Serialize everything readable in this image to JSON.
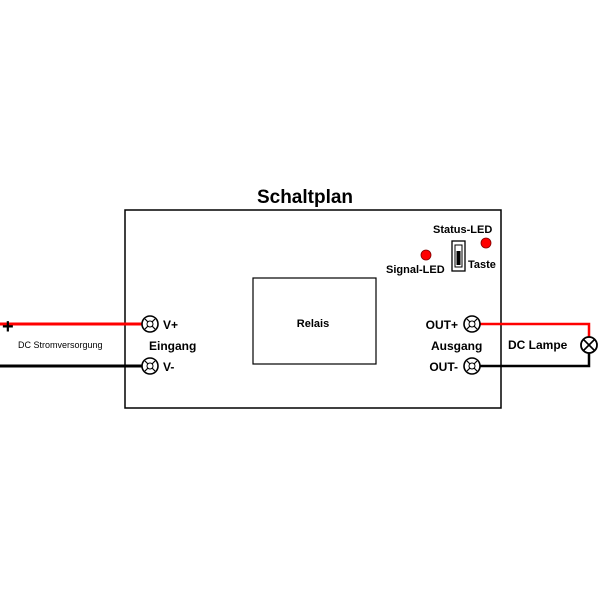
{
  "title": "Schaltplan",
  "relay_label": "Relais",
  "input": {
    "plus_terminal": "V+",
    "minus_terminal": "V-",
    "group_label": "Eingang",
    "source_label": "DC Stromversorgung",
    "plus_sign": "+",
    "minus_sign": "-"
  },
  "output": {
    "plus_terminal": "OUT+",
    "minus_terminal": "OUT-",
    "group_label": "Ausgang",
    "load_label": "DC Lampe"
  },
  "indicators": {
    "status_led": "Status-LED",
    "signal_led": "Signal-LED",
    "button": "Taste"
  },
  "colors": {
    "positive_wire": "#ff0000",
    "negative_wire": "#000000",
    "led": "#ff0000"
  }
}
